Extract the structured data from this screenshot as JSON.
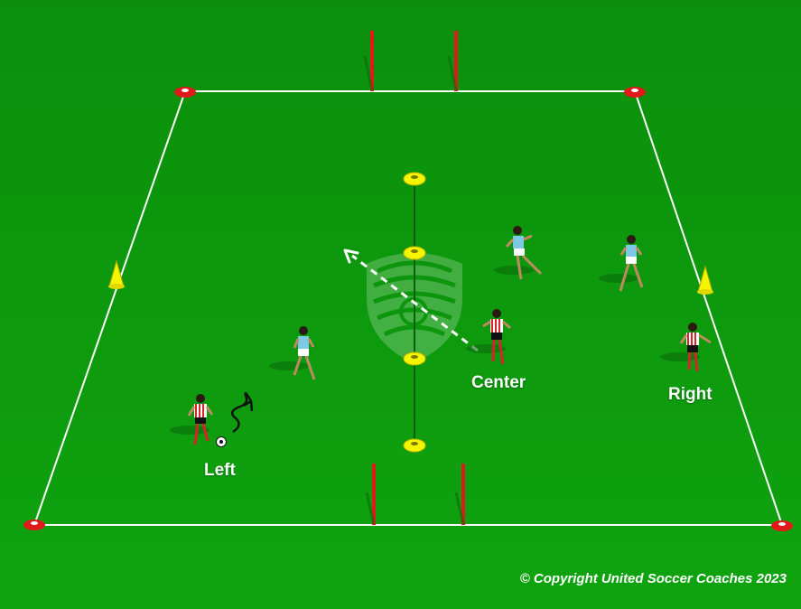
{
  "labels": {
    "left": "Left",
    "center": "Center",
    "right": "Right"
  },
  "copyright": "© Copyright United Soccer Coaches 2023",
  "colors": {
    "grass": "#0d9a0d",
    "lines": "#ffffff",
    "goal_posts": "#e0191b",
    "disc_cones": "#e0191b",
    "center_discs": "#f5f500",
    "tall_cones": "#f5f500",
    "team_red": "#d9232a",
    "team_blue": "#7ec8e3"
  },
  "icons": {
    "watermark": "united-soccer-coaches-crest-icon",
    "ball": "soccer-ball-icon",
    "dribble": "dribble-arrow-icon",
    "pass": "pass-arrow-icon"
  }
}
